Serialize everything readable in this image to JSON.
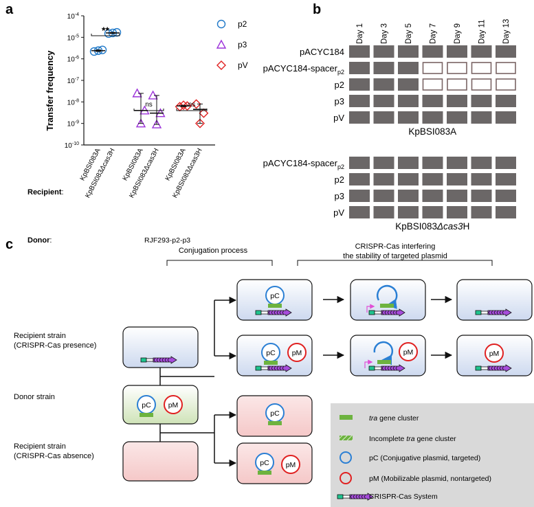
{
  "panel_a": {
    "label": "a",
    "ylabel": "Transfer frequency",
    "yticks": [
      {
        "base": "10",
        "exp": "-4"
      },
      {
        "base": "10",
        "exp": "-5"
      },
      {
        "base": "10",
        "exp": "-6"
      },
      {
        "base": "10",
        "exp": "-7"
      },
      {
        "base": "10",
        "exp": "-8"
      },
      {
        "base": "10",
        "exp": "-9"
      },
      {
        "base": "10",
        "exp": "-10"
      }
    ],
    "legend": [
      {
        "name": "p2",
        "color": "#1f78c8",
        "shape": "circle"
      },
      {
        "name": "p3",
        "color": "#9b30d9",
        "shape": "triangle"
      },
      {
        "name": "pV",
        "color": "#e02020",
        "shape": "diamond"
      }
    ],
    "groups": [
      {
        "plasmid": "p2",
        "recipient": "KpBSI083A",
        "mean": 2.4e-06,
        "points": [
          2.2e-06,
          2.4e-06,
          2.6e-06
        ]
      },
      {
        "plasmid": "p2",
        "recipient_prefix": "KpBSI083",
        "recipient_italic": "Δcas3",
        "recipient_suffix": "H",
        "mean": 1.6e-05,
        "points": [
          1.5e-05,
          1.6e-05,
          1.7e-05
        ]
      },
      {
        "plasmid": "p3",
        "recipient": "KpBSI083A",
        "mean": 4e-09,
        "points": [
          2.5e-08,
          1e-09,
          4e-09
        ]
      },
      {
        "plasmid": "p3",
        "recipient": "KpBSI083Δcas3H",
        "mean": 3e-09,
        "points": [
          2e-08,
          9e-10,
          3e-09
        ]
      },
      {
        "plasmid": "pV",
        "recipient": "KpBSI083A",
        "mean": 6.5e-09,
        "points": [
          6e-09,
          7e-09,
          6.5e-09
        ]
      },
      {
        "plasmid": "pV",
        "recipient": "KpBSI083Δcas3H",
        "mean": 4.5e-09,
        "points": [
          8e-09,
          1e-09,
          3e-09
        ]
      }
    ],
    "significance": [
      {
        "label": "**"
      },
      {
        "label": "ns"
      },
      {
        "label": "ns"
      }
    ],
    "recipient_label": "Recipient",
    "colon": ":",
    "donor_label": "Donor",
    "donor_value": "RJF293-p2-p3"
  },
  "panel_b": {
    "label": "b",
    "days": [
      "Day 1",
      "Day 3",
      "Day 5",
      "Day 7",
      "Day 9",
      "Day 11",
      "Day 13"
    ],
    "blocks": [
      {
        "title": "KpBSI083A",
        "rows": [
          {
            "name": "pACYC184",
            "cells": [
              1,
              1,
              1,
              1,
              1,
              1,
              1
            ]
          },
          {
            "name": "pACYC184-spacer",
            "sub": "p2",
            "cells": [
              1,
              1,
              1,
              0,
              0,
              0,
              0
            ]
          },
          {
            "name": "p2",
            "cells": [
              1,
              1,
              1,
              0,
              0,
              0,
              0
            ]
          },
          {
            "name": "p3",
            "cells": [
              1,
              1,
              1,
              1,
              1,
              1,
              1
            ]
          },
          {
            "name": "pV",
            "cells": [
              1,
              1,
              1,
              1,
              1,
              1,
              1
            ]
          }
        ]
      },
      {
        "title_prefix": "KpBSI083",
        "title_italic": "Δcas3",
        "title_suffix": "H",
        "rows": [
          {
            "name": "pACYC184-spacer",
            "sub": "p2",
            "cells": [
              1,
              1,
              1,
              1,
              1,
              1,
              1
            ]
          },
          {
            "name": "p2",
            "cells": [
              1,
              1,
              1,
              1,
              1,
              1,
              1
            ]
          },
          {
            "name": "p3",
            "cells": [
              1,
              1,
              1,
              1,
              1,
              1,
              1
            ]
          },
          {
            "name": "pV",
            "cells": [
              1,
              1,
              1,
              1,
              1,
              1,
              1
            ]
          }
        ]
      }
    ]
  },
  "panel_c": {
    "label": "c",
    "conjugation_label": "Conjugation process",
    "crispr_label_line1": "CRISPR-Cas interfering",
    "crispr_label_line2": "the stability of targeted plasmid",
    "recipient_presence_line1": "Recipient strain",
    "recipient_presence_line2": "(CRISPR-Cas presence)",
    "donor_strain": "Donor strain",
    "recipient_absence_line1": "Recipient strain",
    "recipient_absence_line2": "(CRISPR-Cas absence)",
    "pC": "pC",
    "pM": "pM",
    "legend": {
      "tra_italic": "tra",
      "tra_rest": " gene cluster",
      "incomplete_prefix": "Incomplete ",
      "incomplete_italic": "tra",
      "incomplete_rest": " gene cluster",
      "pc_text": "pC (Conjugative plasmid, targeted)",
      "pm_text": "pM (Mobilizable plasmid, nontargeted)",
      "crispr_text": "CRISPR-Cas System"
    },
    "colors": {
      "blue_plasmid": "#2a7fd4",
      "red_plasmid": "#e02020",
      "tra_green": "#6db33f",
      "cas_purple": "#a64ddb",
      "cas_teal": "#1fc48f",
      "legend_bg": "#d9d9d9"
    }
  }
}
